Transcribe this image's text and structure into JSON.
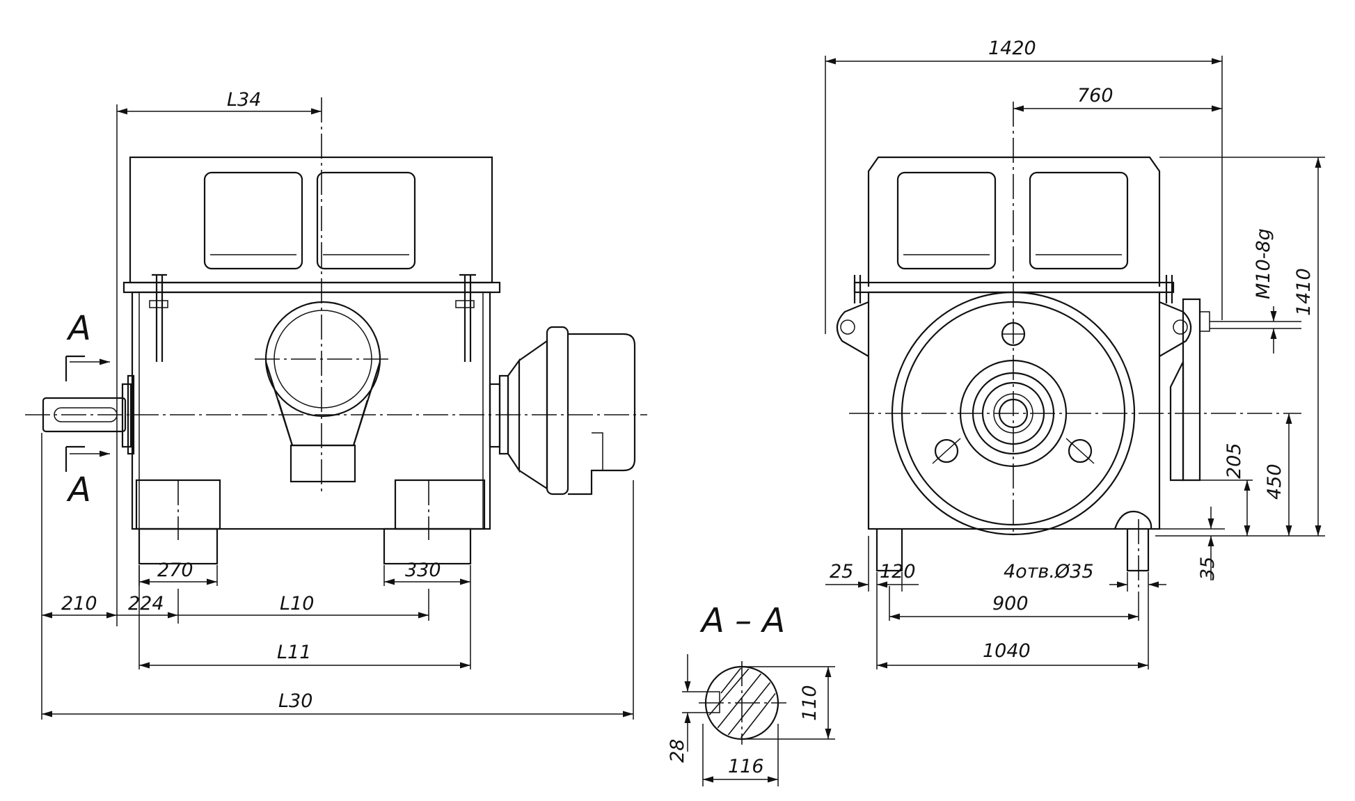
{
  "front_view": {
    "l34": "L34",
    "l10": "L10",
    "l11": "L11",
    "l30": "L30",
    "dim_210": "210",
    "dim_224": "224",
    "dim_270": "270",
    "dim_330": "330",
    "section_mark_top": "A",
    "section_mark_bottom": "A"
  },
  "side_view": {
    "dim_1420": "1420",
    "dim_760": "760",
    "dim_1410": "1410",
    "dim_450": "450",
    "dim_205": "205",
    "dim_35": "35",
    "dim_25": "25",
    "dim_120": "120",
    "dim_900": "900",
    "dim_1040": "1040",
    "holes_note": "4отв.Ø35",
    "bolt_note": "M10-8g"
  },
  "section_view": {
    "title": "A – A",
    "dim_110": "110",
    "dim_116": "116",
    "dim_28": "28"
  }
}
